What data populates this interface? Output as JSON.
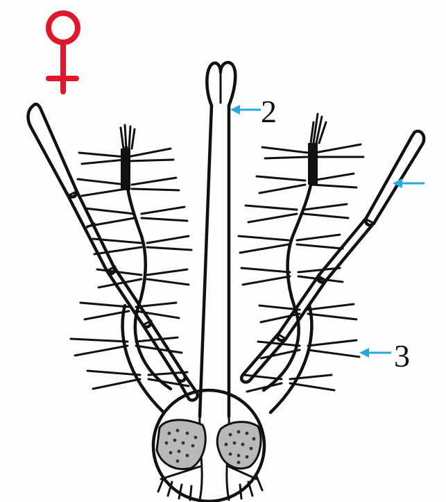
{
  "figure": {
    "sex_symbol": "♀",
    "labels": [
      {
        "id": "label-2",
        "text": "2"
      },
      {
        "id": "label-3",
        "text": "3"
      }
    ],
    "colors": {
      "ink": "#111111",
      "symbol": "#e0182d",
      "arrow": "#29a8e0",
      "eye_fill": "#b9b9b9"
    }
  }
}
